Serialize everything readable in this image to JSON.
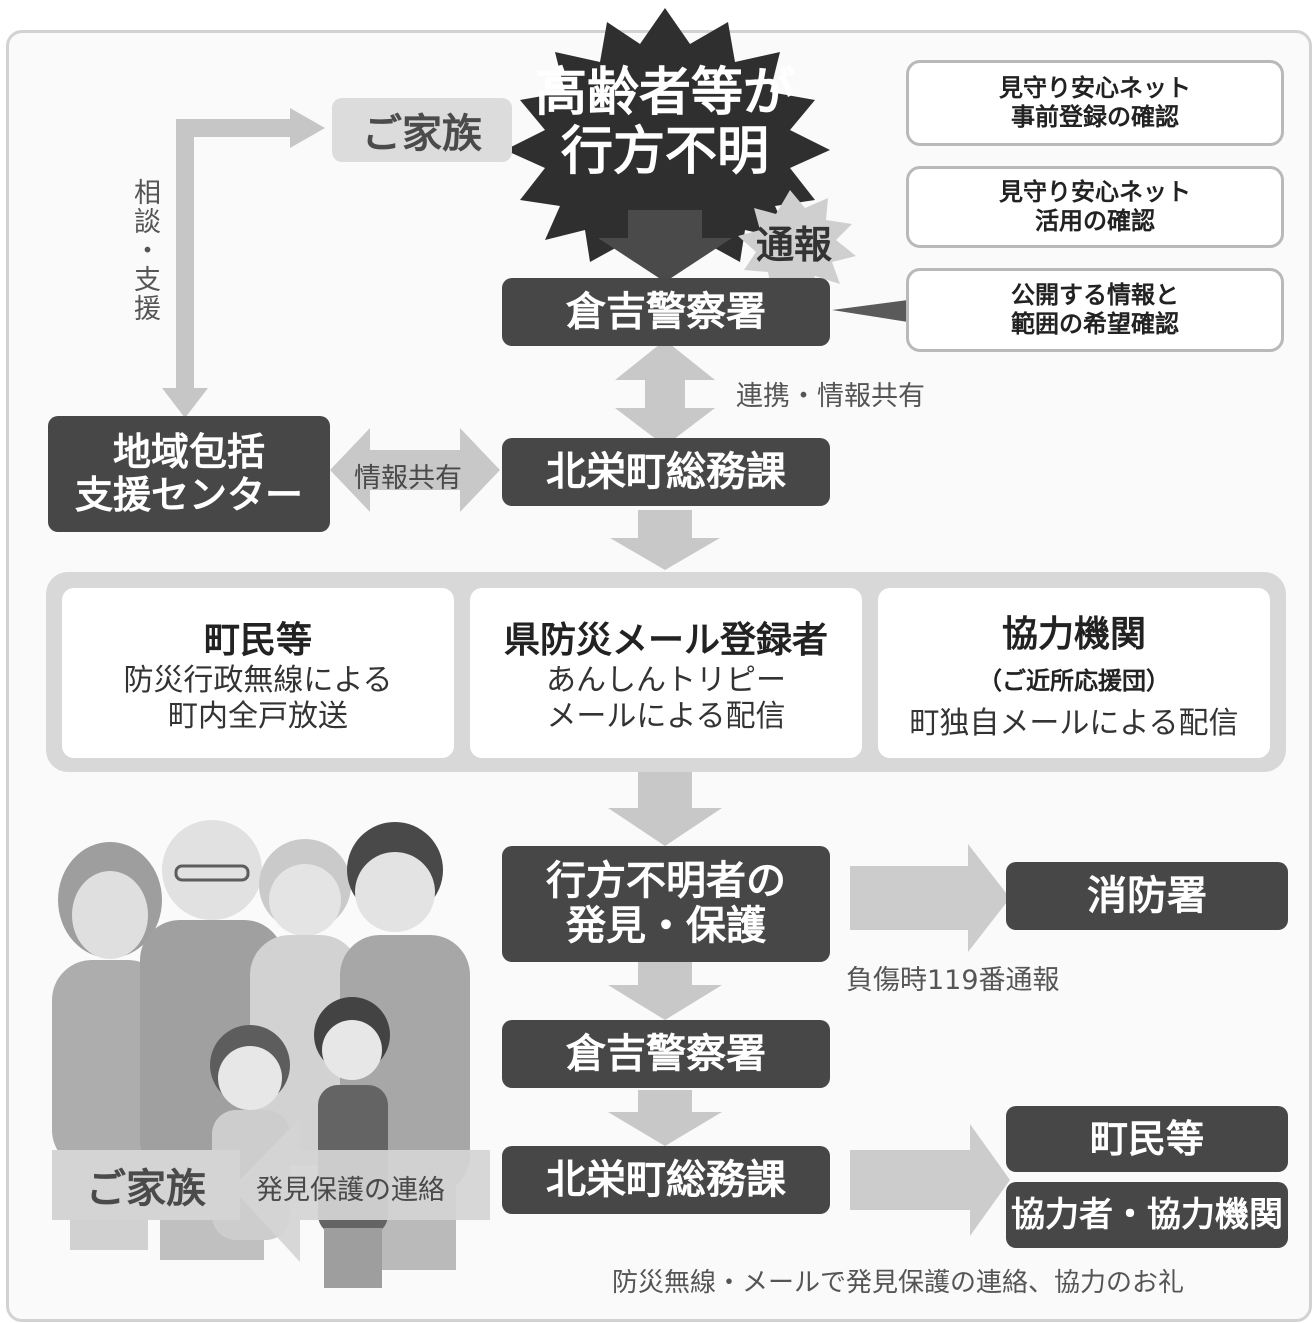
{
  "title": {
    "line1": "高齢者等が",
    "line2": "行方不明"
  },
  "family_top": "ご家族",
  "report_label": "通報",
  "consult_label": "相談・支援",
  "police_top": "倉吉警察署",
  "cooperation_label": "連携・情報共有",
  "notes": [
    {
      "line1": "見守り安心ネット",
      "line2": "事前登録の確認"
    },
    {
      "line1": "見守り安心ネット",
      "line2": "活用の確認"
    },
    {
      "line1": "公開する情報と",
      "line2": "範囲の希望確認"
    }
  ],
  "support_center": {
    "line1": "地域包括",
    "line2": "支援センター"
  },
  "info_share_label": "情報共有",
  "general_affairs_top": "北栄町総務課",
  "channels": [
    {
      "title": "町民等",
      "subtitle": "",
      "line1": "防災行政無線による",
      "line2": "町内全戸放送"
    },
    {
      "title": "県防災メール登録者",
      "subtitle": "",
      "line1": "あんしんトリピー",
      "line2": "メールによる配信"
    },
    {
      "title": "協力機関",
      "subtitle": "（ご近所応援団）",
      "line1": "町独自メールによる配信",
      "line2": ""
    }
  ],
  "found": {
    "line1": "行方不明者の",
    "line2": "発見・保護"
  },
  "fire_station": "消防署",
  "injury_label": "負傷時119番通報",
  "police_bottom": "倉吉警察署",
  "general_affairs_bottom": "北栄町総務課",
  "family_bottom": "ご家族",
  "found_contact_label": "発見保護の連絡",
  "residents": "町民等",
  "cooperators": "協力者・協力機関",
  "footer": "防災無線・メールで発見保護の連絡、協力のお礼"
}
